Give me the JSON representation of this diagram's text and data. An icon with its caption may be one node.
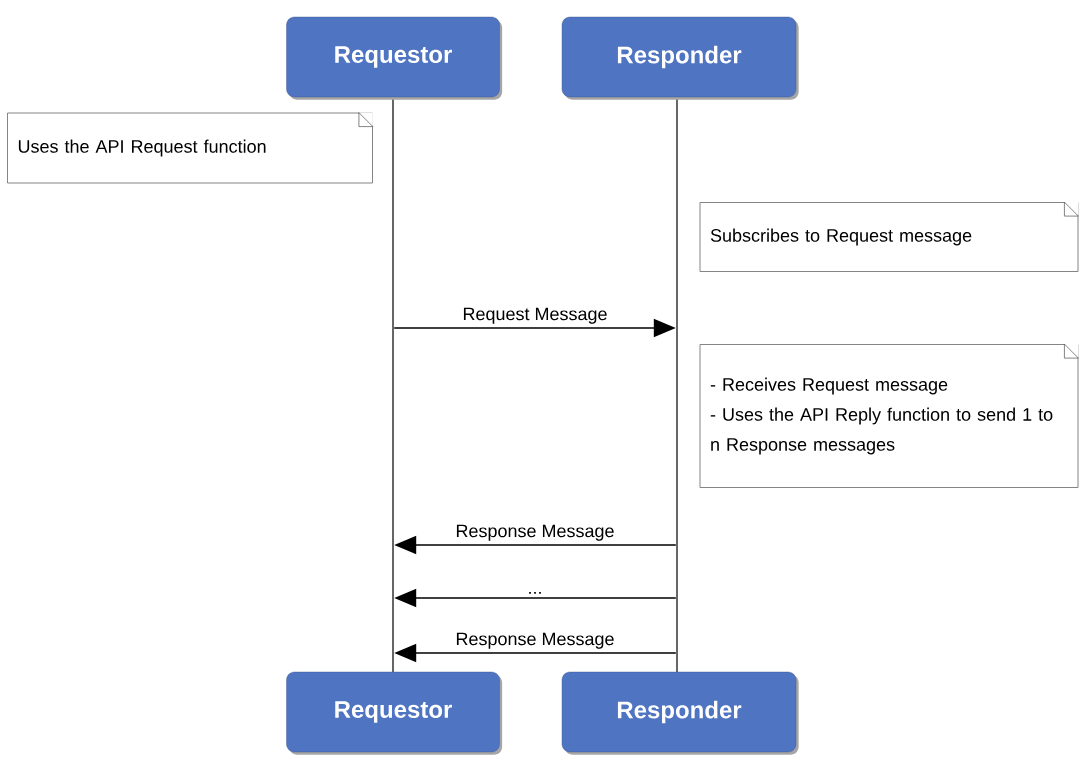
{
  "diagram": {
    "nodes": [
      {
        "text": [
          "Requestor"
        ]
      },
      {
        "text": [
          "Responder"
        ]
      },
      {
        "text": [
          "Requestor"
        ]
      },
      {
        "text": [
          "Responder"
        ]
      },
      {
        "text": [
          "Uses the API Request function"
        ]
      },
      {
        "text": [
          "Subscribes to Request message"
        ]
      },
      {
        "text": [
          "- Receives Request message",
          "- Uses the API Reply function to send 1 to n Response messages"
        ]
      },
      {
        "text": [],
        "shape": "bar"
      },
      {
        "text": [],
        "shape": "bar"
      }
    ],
    "edges": [
      {
        "from": 7,
        "to": 8,
        "arrow": "to",
        "label": "Request Message"
      },
      {
        "from": 8,
        "to": 7,
        "arrow": "to",
        "label": "Response Message"
      },
      {
        "from": 8,
        "to": 7,
        "arrow": "to",
        "label": "..."
      },
      {
        "from": 8,
        "to": 7,
        "arrow": "to",
        "label": "Response Message"
      }
    ]
  }
}
